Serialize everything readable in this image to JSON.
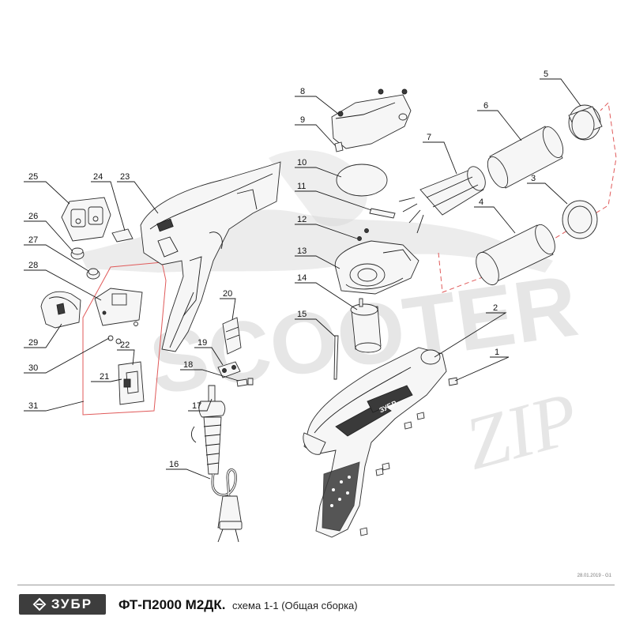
{
  "watermark": {
    "text": "SCOOTER",
    "sub": "ZIP"
  },
  "part_numbers": {
    "p1": "1",
    "p2": "2",
    "p3": "3",
    "p4": "4",
    "p5": "5",
    "p6": "6",
    "p7": "7",
    "p8": "8",
    "p9": "9",
    "p10": "10",
    "p11": "11",
    "p12": "12",
    "p13": "13",
    "p14": "14",
    "p15": "15",
    "p16": "16",
    "p17": "17",
    "p18": "18",
    "p19": "19",
    "p20": "20",
    "p21": "21",
    "p22": "22",
    "p23": "23",
    "p24": "24",
    "p25": "25",
    "p26": "26",
    "p27": "27",
    "p28": "28",
    "p29": "29",
    "p30": "30",
    "p31": "31"
  },
  "body_label": "ЗУБР",
  "footer": {
    "date": "28.01.2019 - G1",
    "brand": "ЗУБР",
    "model": "ФТ-П2000 М2ДК.",
    "scheme": "схема 1-1 (Общая сборка)"
  },
  "colors": {
    "highlight_box": "#e05a5a",
    "brand_bg": "#3d3d3d",
    "watermark": "#d4d4d4"
  }
}
